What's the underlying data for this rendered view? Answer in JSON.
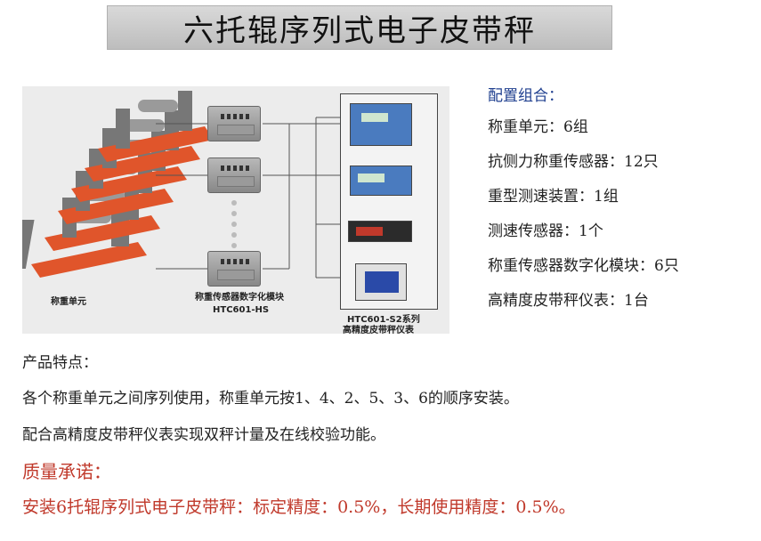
{
  "title": "六托辊序列式电子皮带秤",
  "diagram": {
    "weighing_unit_label": "称重单元",
    "digitizer_label": "称重传感器数字化模块",
    "digitizer_model": "HTC601-HS",
    "instrument_series": "HTC601-S2系列",
    "instrument_label": "高精度皮带秤仪表"
  },
  "config": {
    "heading": "配置组合：",
    "items": [
      "称重单元：6组",
      "抗侧力称重传感器：12只",
      "重型测速装置：1组",
      "测速传感器：1个",
      "称重传感器数字化模块：6只",
      "高精度皮带秤仪表：1台"
    ]
  },
  "features": {
    "heading": "产品特点：",
    "lines": [
      "各个称重单元之间序列使用，称重单元按1、4、2、5、3、6的顺序安装。",
      "配合高精度皮带秤仪表实现双秤计量及在线校验功能。"
    ]
  },
  "promise": {
    "heading": "质量承诺：",
    "line": "安装6托辊序列式电子皮带秤：标定精度：0.5%，长期使用精度：0.5%。"
  },
  "colors": {
    "accent_red": "#c0392b",
    "heading_blue": "#1f3f8f",
    "frame_orange": "#e0552b"
  }
}
